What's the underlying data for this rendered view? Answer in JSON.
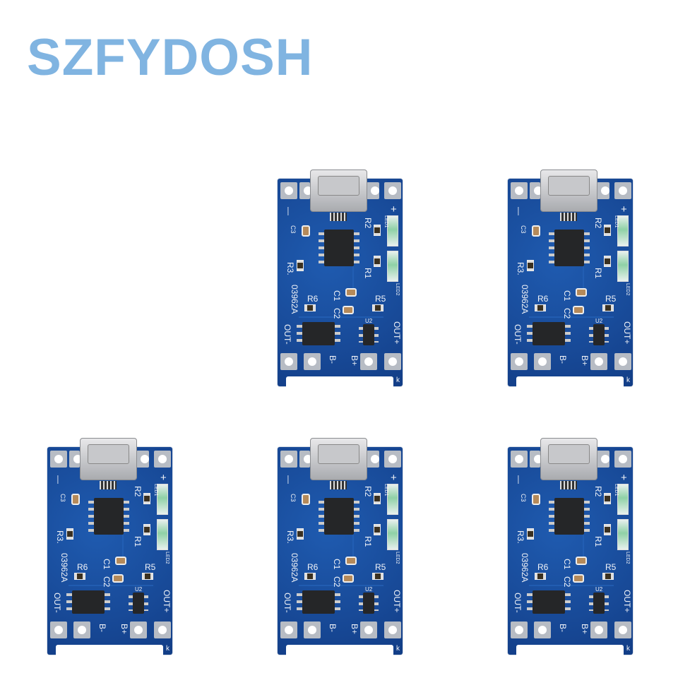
{
  "brand": "SZFYDOSH",
  "board_count": 5,
  "silkscreen": {
    "minus": "—",
    "plus": "+",
    "c1": "C1",
    "c2": "C2",
    "c3": "C3",
    "r1": "R1",
    "r2": "R2",
    "r3": "R3.",
    "r5": "R5",
    "r6": "R6",
    "code": "03962A",
    "u2": "U2",
    "out_minus": "OUT-",
    "out_plus": "OUT+",
    "b_minus": "B-",
    "b_plus": "B+",
    "k": "k",
    "led1": "LED1",
    "led2": "LED2"
  },
  "colors": {
    "brand": "#80b4e1",
    "pcb": "#184a98"
  }
}
